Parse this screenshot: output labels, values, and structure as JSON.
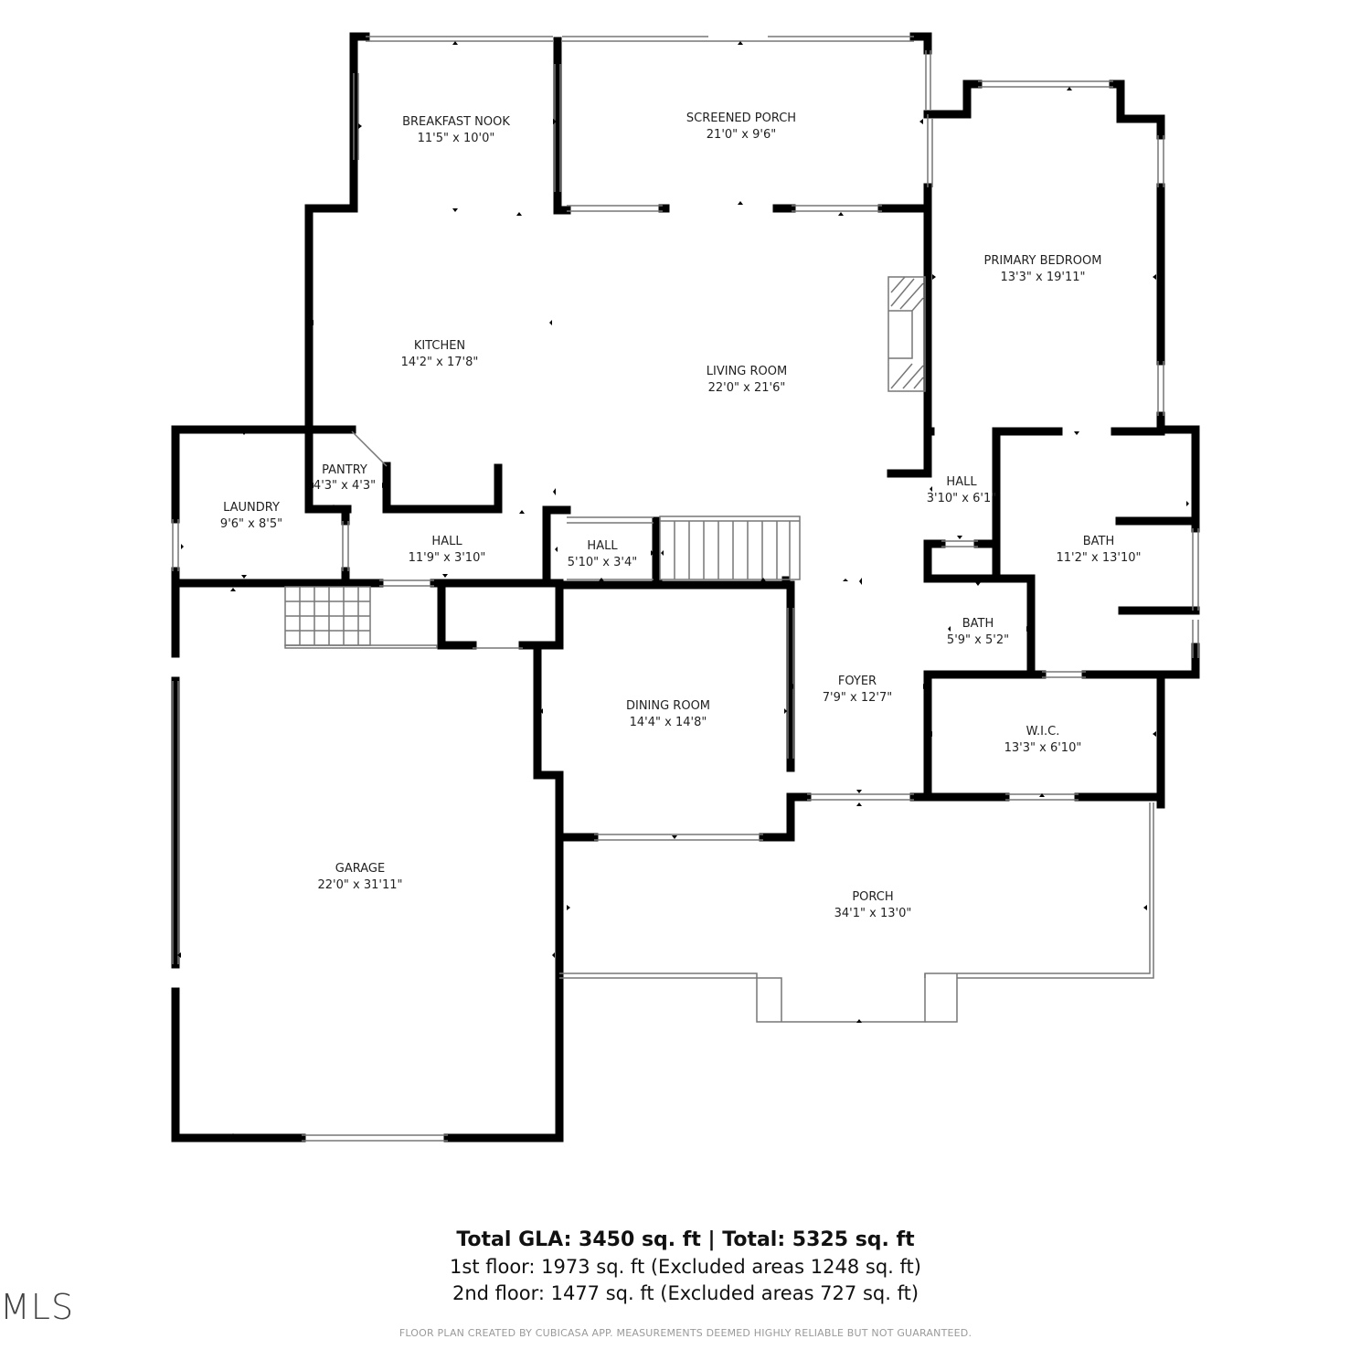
{
  "rooms": {
    "breakfast_nook": {
      "name": "BREAKFAST NOOK",
      "dims": "11'5\" x 10'0\""
    },
    "screened_porch": {
      "name": "SCREENED PORCH",
      "dims": "21'0\" x 9'6\""
    },
    "primary_bedroom": {
      "name": "PRIMARY BEDROOM",
      "dims": "13'3\" x 19'11\""
    },
    "kitchen": {
      "name": "KITCHEN",
      "dims": "14'2\" x 17'8\""
    },
    "living_room": {
      "name": "LIVING ROOM",
      "dims": "22'0\" x 21'6\""
    },
    "pantry": {
      "name": "PANTRY",
      "dims": "4'3\" x 4'3\""
    },
    "laundry": {
      "name": "LAUNDRY",
      "dims": "9'6\" x 8'5\""
    },
    "hall_main": {
      "name": "HALL",
      "dims": "11'9\" x 3'10\""
    },
    "hall_small": {
      "name": "HALL",
      "dims": "5'10\" x 3'4\""
    },
    "hall_east": {
      "name": "HALL",
      "dims": "3'10\" x 6'1\""
    },
    "bath_primary": {
      "name": "BATH",
      "dims": "11'2\" x 13'10\""
    },
    "bath_small": {
      "name": "BATH",
      "dims": "5'9\" x 5'2\""
    },
    "foyer": {
      "name": "FOYER",
      "dims": "7'9\" x 12'7\""
    },
    "dining_room": {
      "name": "DINING ROOM",
      "dims": "14'4\" x 14'8\""
    },
    "wic": {
      "name": "W.I.C.",
      "dims": "13'3\" x 6'10\""
    },
    "garage": {
      "name": "GARAGE",
      "dims": "22'0\" x 31'11\""
    },
    "porch": {
      "name": "PORCH",
      "dims": "34'1\" x 13'0\""
    }
  },
  "summary": {
    "total": "Total GLA: 3450 sq. ft | Total: 5325 sq. ft",
    "first_floor": "1st floor: 1973 sq. ft (Excluded areas 1248 sq. ft)",
    "second_floor": "2nd floor: 1477 sq. ft (Excluded areas 727 sq. ft)"
  },
  "footer": "FLOOR PLAN CREATED BY CUBICASA APP. MEASUREMENTS DEEMED HIGHLY RELIABLE BUT NOT GUARANTEED.",
  "watermark": "MLS",
  "colors": {
    "wall": "#000000",
    "window": "#888888",
    "text": "#222222"
  }
}
